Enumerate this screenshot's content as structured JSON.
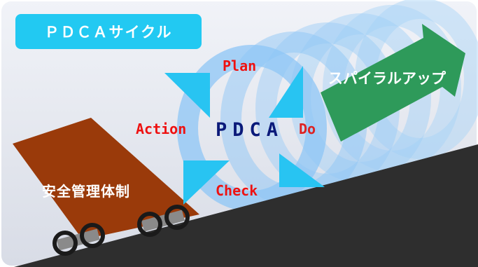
{
  "title": "ＰＤＣＡサイクル",
  "cycle": {
    "center": "PDCA",
    "plan": "Plan",
    "do": "Do",
    "check": "Check",
    "action": "Action"
  },
  "spiral_label": "スパイラルアップ",
  "cart_label": "安全管理体制",
  "colors": {
    "title_bg": "#22c9f2",
    "stage_bg": "#dfe3ec",
    "slope": "#2e2e2e",
    "cart": "#9a3a0a",
    "arrow_green": "#2e9a5a",
    "ring_blue": "#8ec6f5",
    "cycle_arrow": "#28c4f2",
    "text_red": "#ee1111",
    "text_navy": "#0b1a7a"
  }
}
